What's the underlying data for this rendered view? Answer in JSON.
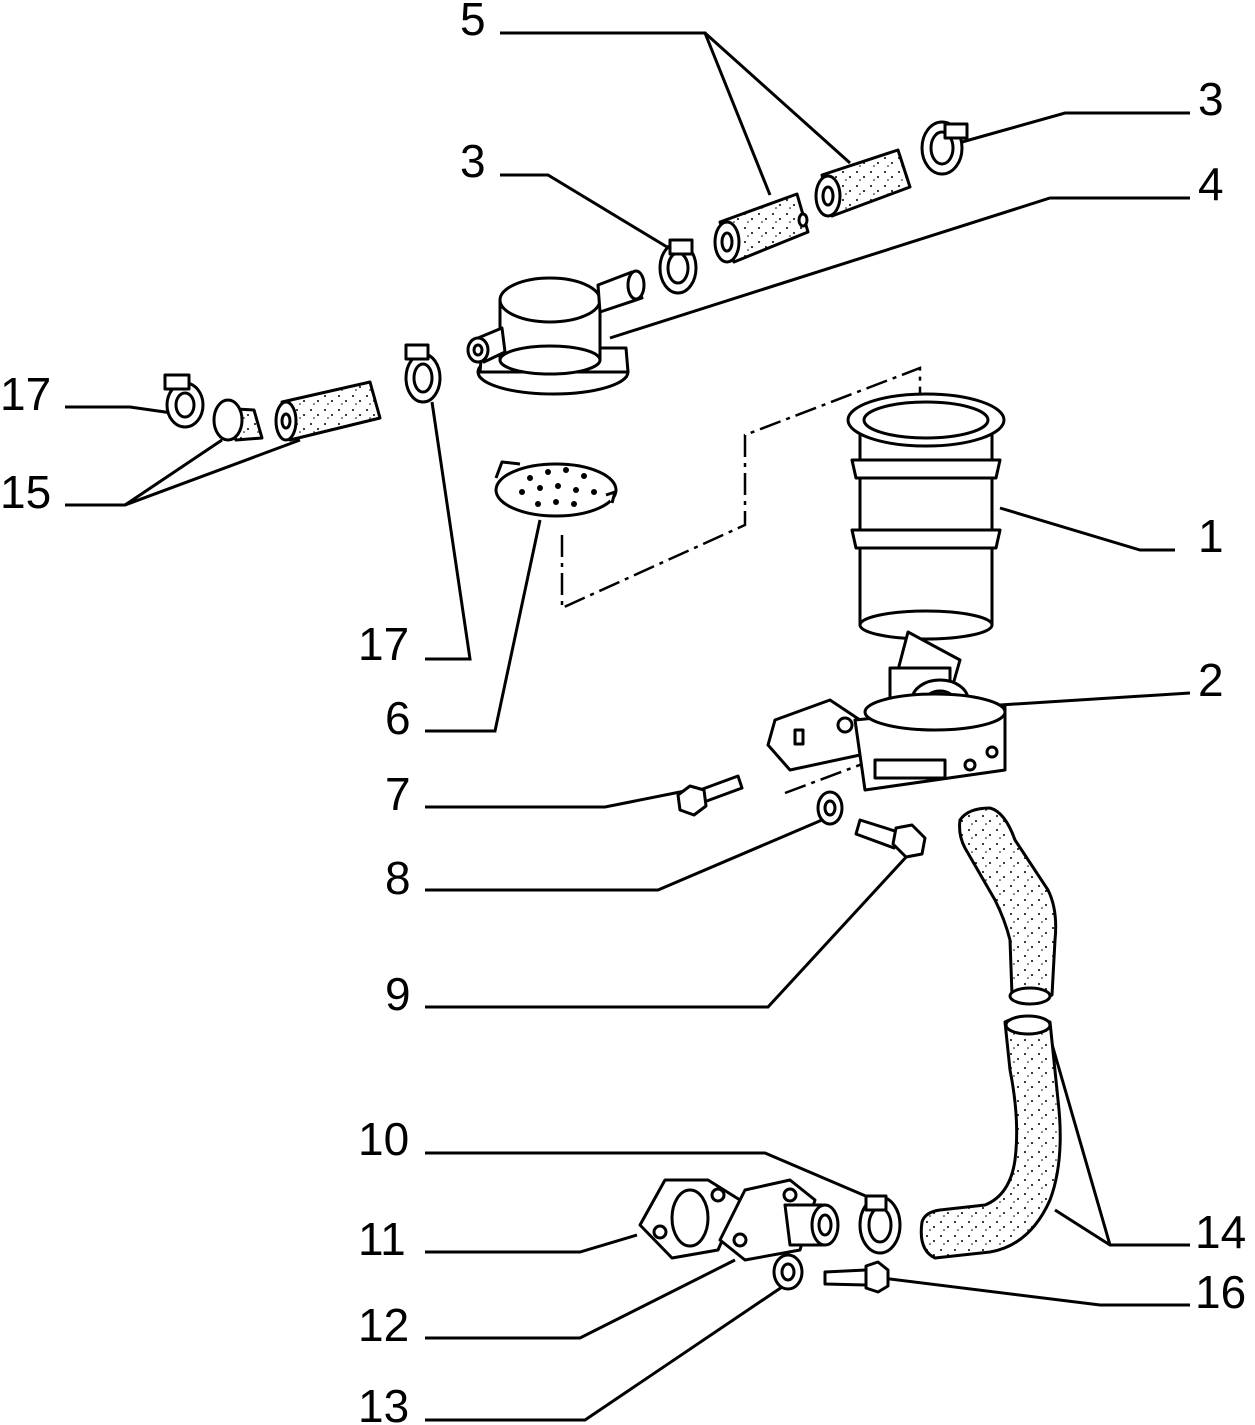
{
  "diagram": {
    "callouts": [
      {
        "id": "c5",
        "text": "5"
      },
      {
        "id": "c3a",
        "text": "3"
      },
      {
        "id": "c3b",
        "text": "3"
      },
      {
        "id": "c4",
        "text": "4"
      },
      {
        "id": "c17a",
        "text": "17"
      },
      {
        "id": "c15",
        "text": "15"
      },
      {
        "id": "c1",
        "text": "1"
      },
      {
        "id": "c17b",
        "text": "17"
      },
      {
        "id": "c2",
        "text": "2"
      },
      {
        "id": "c6",
        "text": "6"
      },
      {
        "id": "c7",
        "text": "7"
      },
      {
        "id": "c8",
        "text": "8"
      },
      {
        "id": "c9",
        "text": "9"
      },
      {
        "id": "c10",
        "text": "10"
      },
      {
        "id": "c11",
        "text": "11"
      },
      {
        "id": "c14",
        "text": "14"
      },
      {
        "id": "c12",
        "text": "12"
      },
      {
        "id": "c16",
        "text": "16"
      },
      {
        "id": "c13",
        "text": "13"
      }
    ]
  }
}
